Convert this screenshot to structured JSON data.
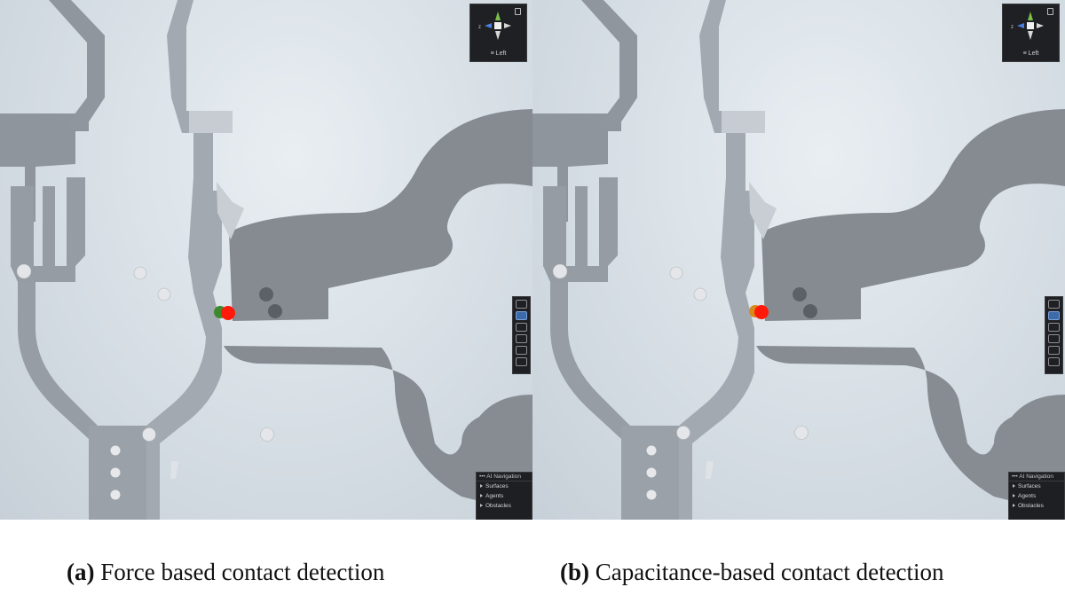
{
  "panels": [
    {
      "id": "a",
      "gizmo_label": "≡ Left",
      "nav_overlay": {
        "title": "•••  AI Navigation",
        "items": [
          "Surfaces",
          "Agents",
          "Obstacles"
        ]
      },
      "caption": {
        "label": "(a)",
        "text": "Force based contact detection"
      },
      "contact_colors": {
        "probe": "#3c8a2b",
        "contact": "#ff1a0a"
      }
    },
    {
      "id": "b",
      "gizmo_label": "≡ Left",
      "nav_overlay": {
        "title": "•••  AI Navigation",
        "items": [
          "Surfaces",
          "Agents",
          "Obstacles"
        ]
      },
      "caption": {
        "label": "(b)",
        "text": "Capacitance-based contact detection"
      },
      "contact_colors": {
        "probe": "#d98a1a",
        "contact": "#ff1a0a"
      }
    }
  ],
  "colors": {
    "gripper": "#9aa1a9",
    "gripper_dark": "#7e858e",
    "gripper_light": "#c3c8cf",
    "pipe": "#848990",
    "sphere": "#e4e6e9"
  }
}
